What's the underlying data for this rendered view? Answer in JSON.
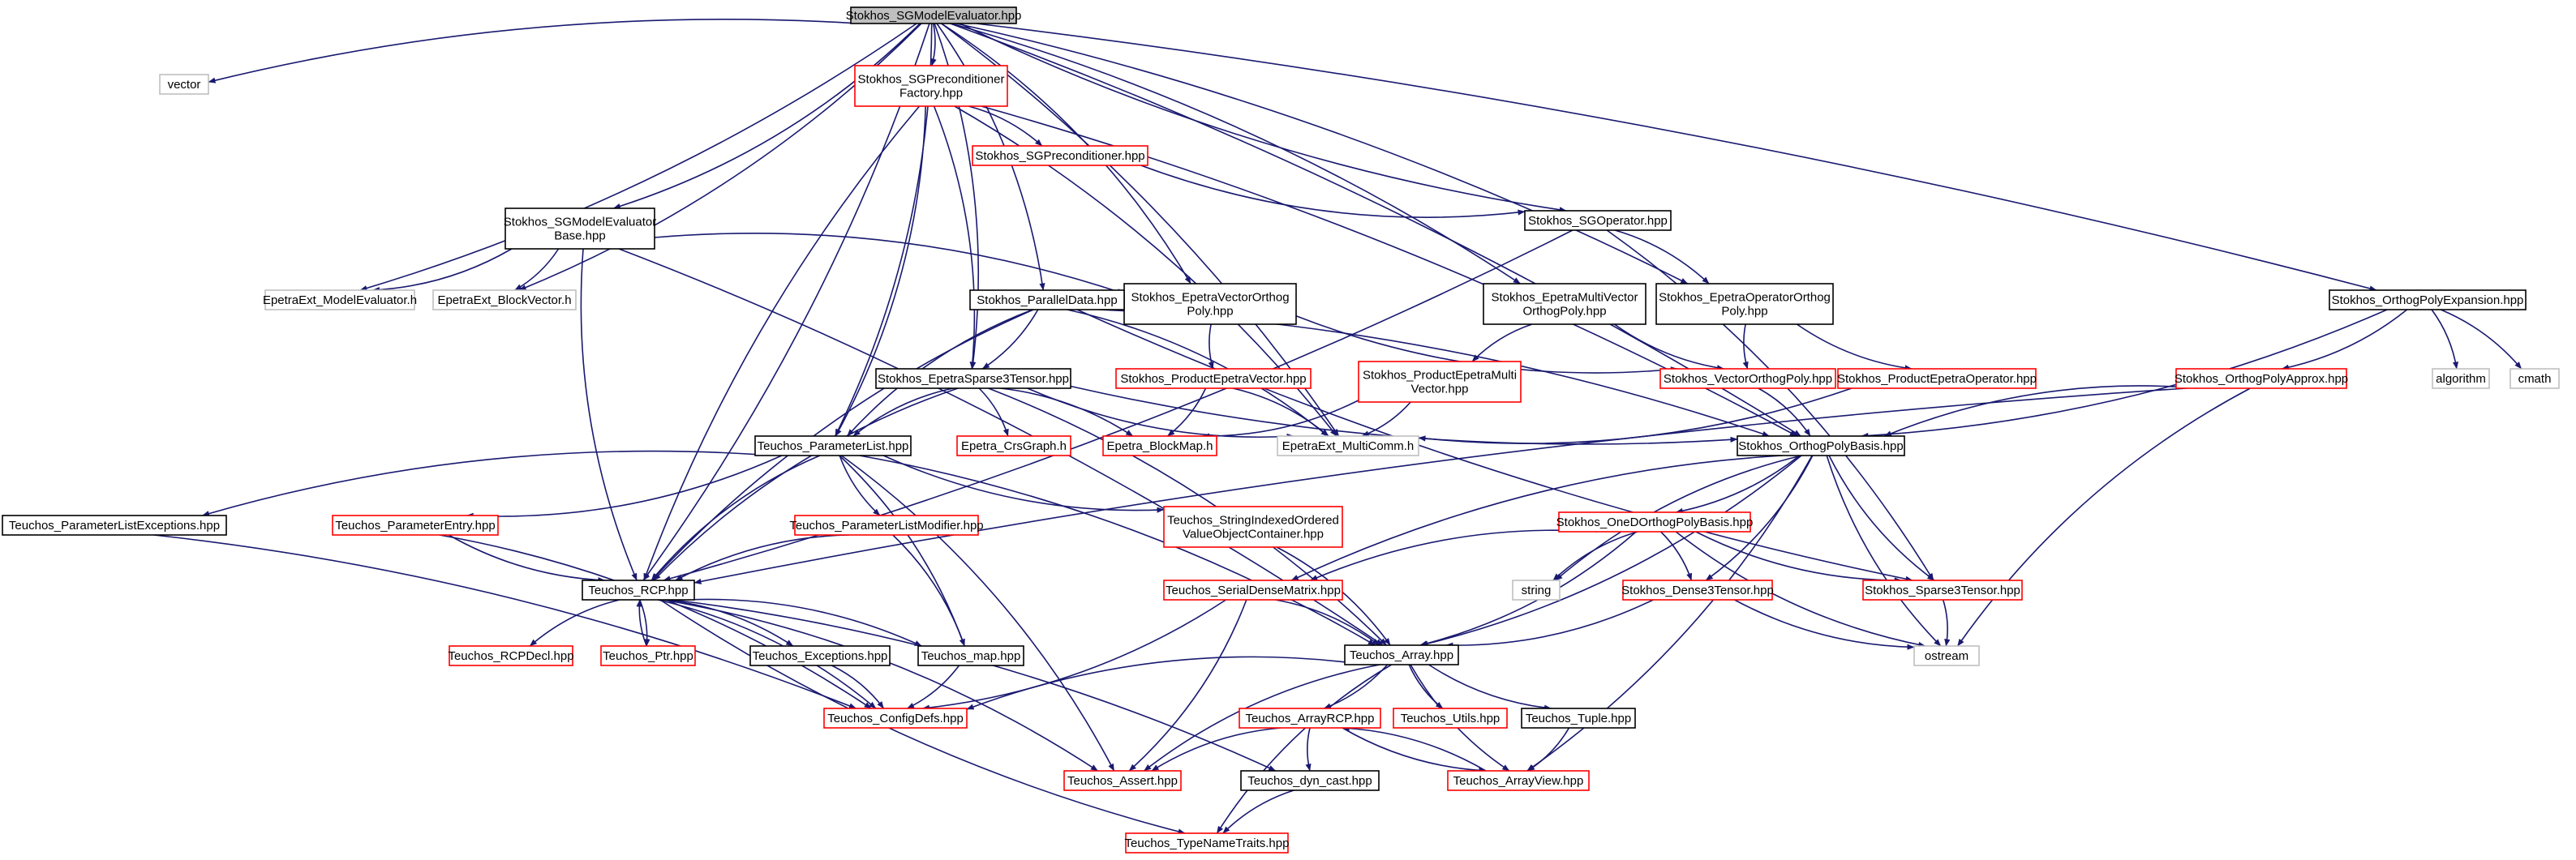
{
  "colors": {
    "root_fill": "#bfbfbf",
    "root_stroke": "#000000",
    "documented_stroke": "#000000",
    "truncated_stroke": "#ff0000",
    "external_stroke": "#bfbfbf",
    "edge": "#191970"
  },
  "nodes": [
    {
      "id": "root",
      "lines": [
        "Stokhos_SGModelEvaluator.hpp"
      ],
      "kind": "root"
    },
    {
      "id": "vector",
      "lines": [
        "vector"
      ],
      "kind": "external"
    },
    {
      "id": "precfac",
      "lines": [
        "Stokhos_SGPreconditioner",
        "Factory.hpp"
      ],
      "kind": "truncated"
    },
    {
      "id": "prec",
      "lines": [
        "Stokhos_SGPreconditioner.hpp"
      ],
      "kind": "truncated"
    },
    {
      "id": "sgop",
      "lines": [
        "Stokhos_SGOperator.hpp"
      ],
      "kind": "documented"
    },
    {
      "id": "meb",
      "lines": [
        "Stokhos_SGModelEvaluator",
        "Base.hpp"
      ],
      "kind": "documented"
    },
    {
      "id": "me",
      "lines": [
        "EpetraExt_ModelEvaluator.h"
      ],
      "kind": "external"
    },
    {
      "id": "bv",
      "lines": [
        "EpetraExt_BlockVector.h"
      ],
      "kind": "external"
    },
    {
      "id": "evop",
      "lines": [
        "Stokhos_EpetraVectorOrthog",
        "Poly.hpp"
      ],
      "kind": "documented"
    },
    {
      "id": "pd",
      "lines": [
        "Stokhos_ParallelData.hpp"
      ],
      "kind": "documented"
    },
    {
      "id": "emv",
      "lines": [
        "Stokhos_EpetraMultiVector",
        "OrthogPoly.hpp"
      ],
      "kind": "documented"
    },
    {
      "id": "eop",
      "lines": [
        "Stokhos_EpetraOperatorOrthog",
        "Poly.hpp"
      ],
      "kind": "documented"
    },
    {
      "id": "ope",
      "lines": [
        "Stokhos_OrthogPolyExpansion.hpp"
      ],
      "kind": "documented"
    },
    {
      "id": "es3",
      "lines": [
        "Stokhos_EpetraSparse3Tensor.hpp"
      ],
      "kind": "documented"
    },
    {
      "id": "pev",
      "lines": [
        "Stokhos_ProductEpetraVector.hpp"
      ],
      "kind": "truncated"
    },
    {
      "id": "pemv",
      "lines": [
        "Stokhos_ProductEpetraMulti",
        "Vector.hpp"
      ],
      "kind": "truncated"
    },
    {
      "id": "vop",
      "lines": [
        "Stokhos_VectorOrthogPoly.hpp"
      ],
      "kind": "truncated"
    },
    {
      "id": "peop",
      "lines": [
        "Stokhos_ProductEpetraOperator.hpp"
      ],
      "kind": "truncated"
    },
    {
      "id": "opa",
      "lines": [
        "Stokhos_OrthogPolyApprox.hpp"
      ],
      "kind": "truncated"
    },
    {
      "id": "algorithm",
      "lines": [
        "algorithm"
      ],
      "kind": "external"
    },
    {
      "id": "cmath",
      "lines": [
        "cmath"
      ],
      "kind": "external"
    },
    {
      "id": "crs",
      "lines": [
        "Epetra_CrsGraph.h"
      ],
      "kind": "truncated"
    },
    {
      "id": "bmap",
      "lines": [
        "Epetra_BlockMap.h"
      ],
      "kind": "truncated"
    },
    {
      "id": "mc",
      "lines": [
        "EpetraExt_MultiComm.h"
      ],
      "kind": "external"
    },
    {
      "id": "opb",
      "lines": [
        "Stokhos_OrthogPolyBasis.hpp"
      ],
      "kind": "documented"
    },
    {
      "id": "pl",
      "lines": [
        "Teuchos_ParameterList.hpp"
      ],
      "kind": "documented"
    },
    {
      "id": "ple",
      "lines": [
        "Teuchos_ParameterListExceptions.hpp"
      ],
      "kind": "documented"
    },
    {
      "id": "pe",
      "lines": [
        "Teuchos_ParameterEntry.hpp"
      ],
      "kind": "truncated"
    },
    {
      "id": "plm",
      "lines": [
        "Teuchos_ParameterListModifier.hpp"
      ],
      "kind": "truncated"
    },
    {
      "id": "sio",
      "lines": [
        "Teuchos_StringIndexedOrdered",
        "ValueObjectContainer.hpp"
      ],
      "kind": "truncated"
    },
    {
      "id": "od",
      "lines": [
        "Stokhos_OneDOrthogPolyBasis.hpp"
      ],
      "kind": "truncated"
    },
    {
      "id": "string",
      "lines": [
        "string"
      ],
      "kind": "external"
    },
    {
      "id": "sdm",
      "lines": [
        "Teuchos_SerialDenseMatrix.hpp"
      ],
      "kind": "truncated"
    },
    {
      "id": "d3",
      "lines": [
        "Stokhos_Dense3Tensor.hpp"
      ],
      "kind": "truncated"
    },
    {
      "id": "s3",
      "lines": [
        "Stokhos_Sparse3Tensor.hpp"
      ],
      "kind": "truncated"
    },
    {
      "id": "ostream",
      "lines": [
        "ostream"
      ],
      "kind": "external"
    },
    {
      "id": "rcp",
      "lines": [
        "Teuchos_RCP.hpp"
      ],
      "kind": "documented"
    },
    {
      "id": "array",
      "lines": [
        "Teuchos_Array.hpp"
      ],
      "kind": "documented"
    },
    {
      "id": "rcpdecl",
      "lines": [
        "Teuchos_RCPDecl.hpp"
      ],
      "kind": "truncated"
    },
    {
      "id": "ptr",
      "lines": [
        "Teuchos_Ptr.hpp"
      ],
      "kind": "truncated"
    },
    {
      "id": "exc",
      "lines": [
        "Teuchos_Exceptions.hpp"
      ],
      "kind": "documented"
    },
    {
      "id": "map",
      "lines": [
        "Teuchos_map.hpp"
      ],
      "kind": "documented"
    },
    {
      "id": "arcp",
      "lines": [
        "Teuchos_ArrayRCP.hpp"
      ],
      "kind": "truncated"
    },
    {
      "id": "utils",
      "lines": [
        "Teuchos_Utils.hpp"
      ],
      "kind": "truncated"
    },
    {
      "id": "tuple",
      "lines": [
        "Teuchos_Tuple.hpp"
      ],
      "kind": "documented"
    },
    {
      "id": "cfg",
      "lines": [
        "Teuchos_ConfigDefs.hpp"
      ],
      "kind": "truncated"
    },
    {
      "id": "assert",
      "lines": [
        "Teuchos_Assert.hpp"
      ],
      "kind": "truncated"
    },
    {
      "id": "dyn",
      "lines": [
        "Teuchos_dyn_cast.hpp"
      ],
      "kind": "documented"
    },
    {
      "id": "av",
      "lines": [
        "Teuchos_ArrayView.hpp"
      ],
      "kind": "truncated"
    },
    {
      "id": "tnt",
      "lines": [
        "Teuchos_TypeNameTraits.hpp"
      ],
      "kind": "truncated"
    }
  ],
  "edges": [
    [
      "root",
      "vector"
    ],
    [
      "root",
      "precfac"
    ],
    [
      "root",
      "meb"
    ],
    [
      "root",
      "me"
    ],
    [
      "root",
      "bv"
    ],
    [
      "root",
      "rcp"
    ],
    [
      "root",
      "pl"
    ],
    [
      "root",
      "es3"
    ],
    [
      "root",
      "pd"
    ],
    [
      "root",
      "evop"
    ],
    [
      "root",
      "mc"
    ],
    [
      "root",
      "emv"
    ],
    [
      "root",
      "sgop"
    ],
    [
      "root",
      "eop"
    ],
    [
      "root",
      "opb"
    ],
    [
      "root",
      "ope"
    ],
    [
      "precfac",
      "prec"
    ],
    [
      "precfac",
      "rcp"
    ],
    [
      "precfac",
      "pl"
    ],
    [
      "precfac",
      "es3"
    ],
    [
      "precfac",
      "mc"
    ],
    [
      "precfac",
      "opb"
    ],
    [
      "prec",
      "sgop"
    ],
    [
      "sgop",
      "eop"
    ],
    [
      "sgop",
      "rcp"
    ],
    [
      "sgop",
      "s3"
    ],
    [
      "meb",
      "me"
    ],
    [
      "meb",
      "bv"
    ],
    [
      "meb",
      "evop"
    ],
    [
      "meb",
      "rcp"
    ],
    [
      "meb",
      "array"
    ],
    [
      "evop",
      "pev"
    ],
    [
      "evop",
      "vop"
    ],
    [
      "pd",
      "es3"
    ],
    [
      "pd",
      "pl"
    ],
    [
      "pd",
      "rcp"
    ],
    [
      "pd",
      "mc"
    ],
    [
      "pd",
      "opb"
    ],
    [
      "pd",
      "s3"
    ],
    [
      "emv",
      "pemv"
    ],
    [
      "emv",
      "vop"
    ],
    [
      "eop",
      "vop"
    ],
    [
      "eop",
      "peop"
    ],
    [
      "ope",
      "opa"
    ],
    [
      "ope",
      "algorithm"
    ],
    [
      "ope",
      "cmath"
    ],
    [
      "ope",
      "opb"
    ],
    [
      "pev",
      "bmap"
    ],
    [
      "pev",
      "mc"
    ],
    [
      "pemv",
      "bmap"
    ],
    [
      "pemv",
      "mc"
    ],
    [
      "vop",
      "opb"
    ],
    [
      "peop",
      "mc"
    ],
    [
      "opa",
      "rcp"
    ],
    [
      "opa",
      "opb"
    ],
    [
      "opa",
      "ostream"
    ],
    [
      "es3",
      "crs"
    ],
    [
      "es3",
      "bmap"
    ],
    [
      "es3",
      "mc"
    ],
    [
      "es3",
      "opb"
    ],
    [
      "es3",
      "array"
    ],
    [
      "es3",
      "rcp"
    ],
    [
      "es3",
      "pl"
    ],
    [
      "pl",
      "ple"
    ],
    [
      "pl",
      "pe"
    ],
    [
      "pl",
      "plm"
    ],
    [
      "pl",
      "sio"
    ],
    [
      "pl",
      "rcp"
    ],
    [
      "pl",
      "map"
    ],
    [
      "pl",
      "array"
    ],
    [
      "pl",
      "assert"
    ],
    [
      "opb",
      "od"
    ],
    [
      "opb",
      "sdm"
    ],
    [
      "opb",
      "d3"
    ],
    [
      "opb",
      "s3"
    ],
    [
      "opb",
      "string"
    ],
    [
      "opb",
      "array"
    ],
    [
      "opb",
      "av"
    ],
    [
      "opb",
      "ostream"
    ],
    [
      "ple",
      "cfg"
    ],
    [
      "pe",
      "rcp"
    ],
    [
      "pe",
      "cfg"
    ],
    [
      "plm",
      "rcp"
    ],
    [
      "plm",
      "map"
    ],
    [
      "sio",
      "array"
    ],
    [
      "od",
      "string"
    ],
    [
      "od",
      "sdm"
    ],
    [
      "od",
      "d3"
    ],
    [
      "od",
      "s3"
    ],
    [
      "od",
      "array"
    ],
    [
      "od",
      "ostream"
    ],
    [
      "sdm",
      "array"
    ],
    [
      "sdm",
      "assert"
    ],
    [
      "sdm",
      "cfg"
    ],
    [
      "d3",
      "array"
    ],
    [
      "d3",
      "ostream"
    ],
    [
      "s3",
      "ostream"
    ],
    [
      "rcp",
      "rcpdecl"
    ],
    [
      "rcp",
      "ptr"
    ],
    [
      "rcp",
      "exc"
    ],
    [
      "rcp",
      "map"
    ],
    [
      "rcp",
      "cfg"
    ],
    [
      "rcp",
      "assert"
    ],
    [
      "rcp",
      "dyn"
    ],
    [
      "rcp",
      "tnt"
    ],
    [
      "ptr",
      "rcp"
    ],
    [
      "exc",
      "cfg"
    ],
    [
      "map",
      "cfg"
    ],
    [
      "array",
      "cfg"
    ],
    [
      "array",
      "arcp"
    ],
    [
      "array",
      "utils"
    ],
    [
      "array",
      "tuple"
    ],
    [
      "array",
      "assert"
    ],
    [
      "array",
      "tnt"
    ],
    [
      "array",
      "av"
    ],
    [
      "arcp",
      "assert"
    ],
    [
      "arcp",
      "dyn"
    ],
    [
      "arcp",
      "av"
    ],
    [
      "av",
      "arcp"
    ],
    [
      "tuple",
      "av"
    ],
    [
      "dyn",
      "tnt"
    ]
  ]
}
